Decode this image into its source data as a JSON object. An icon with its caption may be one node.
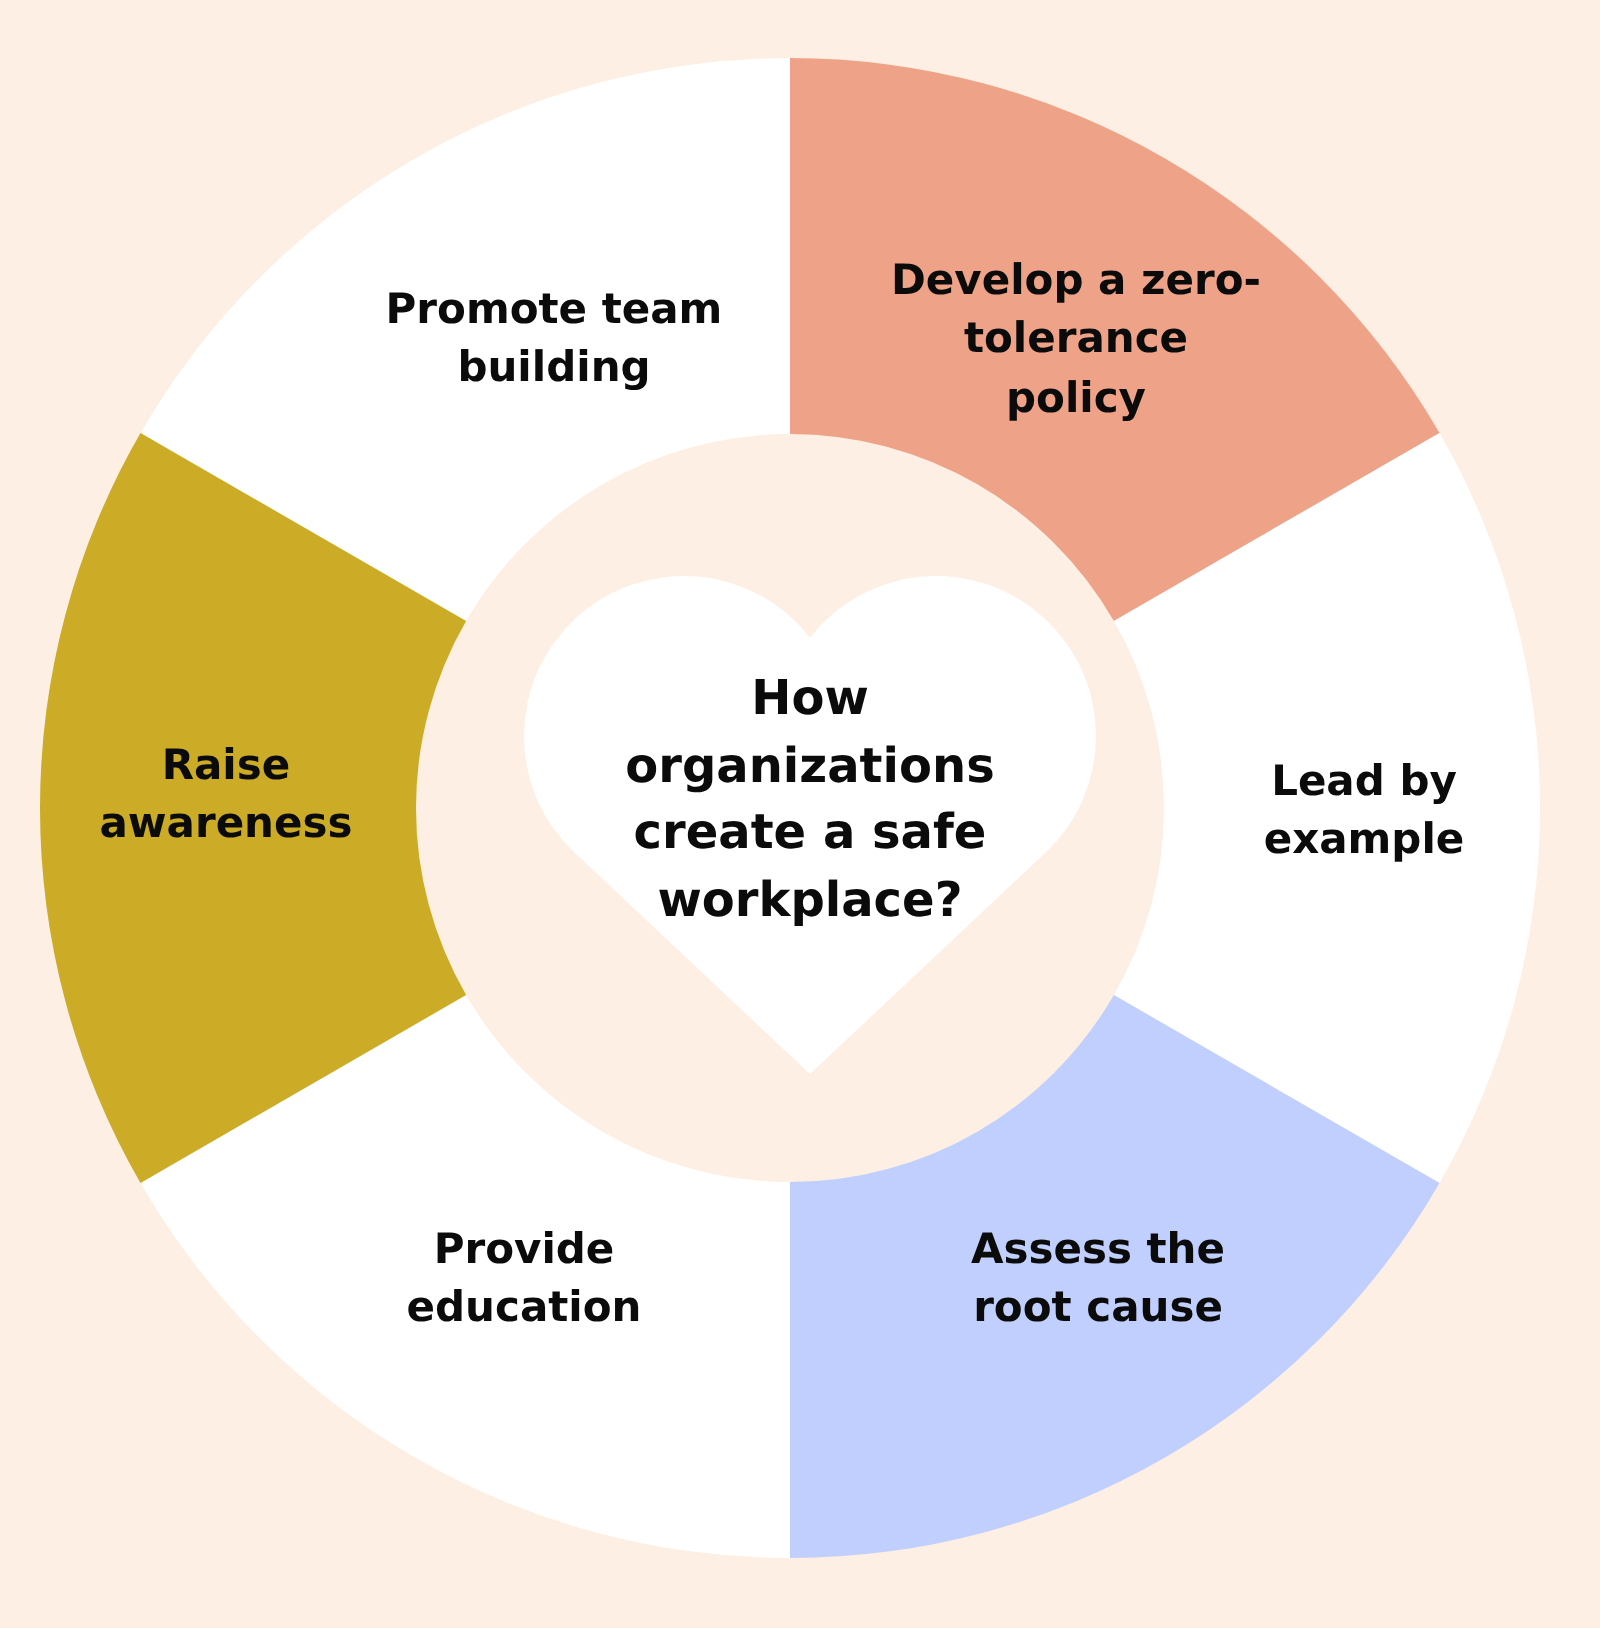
{
  "diagram": {
    "nodes": [
      {
        "text": [
          "How organizations create a safe workplace?"
        ]
      },
      {
        "text": [
          "Promote team building"
        ]
      },
      {
        "text": [
          "Develop a zero-tolerance policy"
        ]
      },
      {
        "text": [
          "Lead by example"
        ]
      },
      {
        "text": [
          "Assess the root cause"
        ]
      },
      {
        "text": [
          "Provide education"
        ]
      },
      {
        "text": [
          "Raise awareness"
        ]
      }
    ]
  }
}
